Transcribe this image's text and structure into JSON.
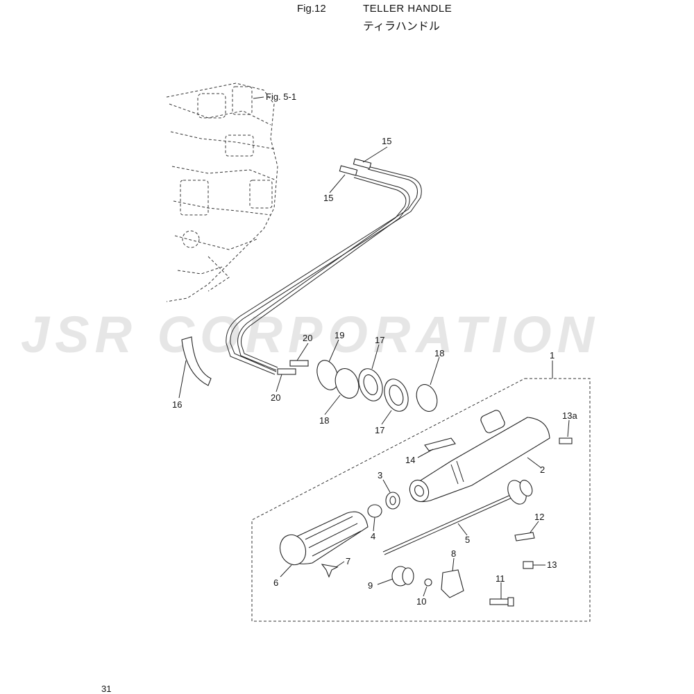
{
  "header": {
    "figure_number": "Fig.12",
    "title_en": "TELLER HANDLE",
    "title_jp": "ティラハンドル"
  },
  "watermark": "JSR CORPORATION",
  "page_number": "31",
  "reference": "Fig. 5-1",
  "callouts": {
    "c1": "1",
    "c2": "2",
    "c3": "3",
    "c4": "4",
    "c5": "5",
    "c6": "6",
    "c7": "7",
    "c8": "8",
    "c9": "9",
    "c10": "10",
    "c11": "11",
    "c12": "12",
    "c13": "13",
    "c13a": "13a",
    "c14": "14",
    "c15a": "15",
    "c15b": "15",
    "c16": "16",
    "c17a": "17",
    "c17b": "17",
    "c18a": "18",
    "c18b": "18",
    "c19": "19",
    "c20a": "20",
    "c20b": "20"
  }
}
